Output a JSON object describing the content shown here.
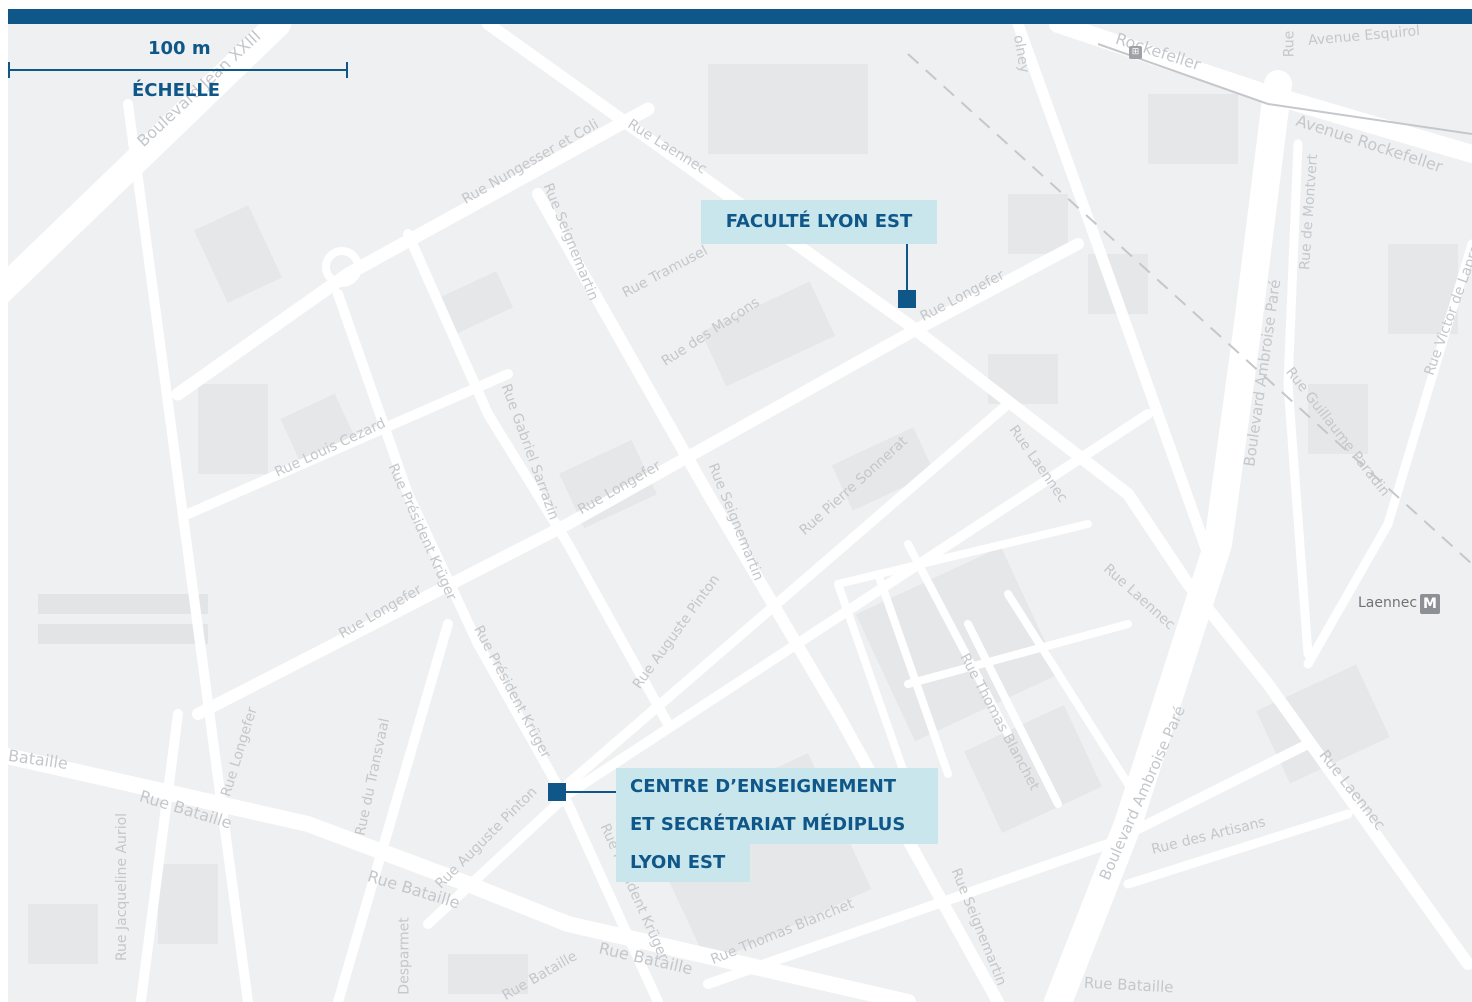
{
  "scale": {
    "distance": "100 m",
    "caption": "ÉCHELLE"
  },
  "markers": {
    "faculte": {
      "label": "FACULTÉ LYON EST"
    },
    "centre": {
      "lines": [
        "CENTRE D’ENSEIGNEMENT",
        "ET SECRÉTARIAT MÉDIPLUS",
        "LYON EST"
      ]
    }
  },
  "metro": {
    "station": "Laennec",
    "symbol": "M"
  },
  "tram": {
    "symbol": "⊞"
  },
  "streets": [
    "Boulevard Jean XXIII",
    "Rue Nungesser et Coli",
    "Rue Laennec",
    "Rue Seignemartin",
    "Rue Tramusel",
    "Rue des Maçons",
    "Rue Longefer",
    "Rue Louis Cezard",
    "Rue Gabriel Sarrazin",
    "Rue Président Krüger",
    "Rue Pierre Sonnerat",
    "Rue Auguste Pinton",
    "Rue Thomas Blanchet",
    "Rue Bataille",
    "Bataille",
    "Rue du Transvaal",
    "Rue Jacqueline Auriol",
    "Desparmet",
    "Rue des Artisans",
    "Boulevard Ambroise Paré",
    "Rue Guillaume Paradin",
    "Rue de Montvert",
    "Rue Victor de Laprade",
    "Avenue Rockefeller",
    "Rockefeller",
    "Avenue Esquirol",
    "Rue",
    "olney"
  ],
  "colors": {
    "brand": "#0f5789",
    "callout_bg": "#c9e6ec",
    "map_bg": "#eff0f1",
    "road": "#ffffff",
    "block": "#e6e7e9",
    "label": "#c4c7cb"
  }
}
